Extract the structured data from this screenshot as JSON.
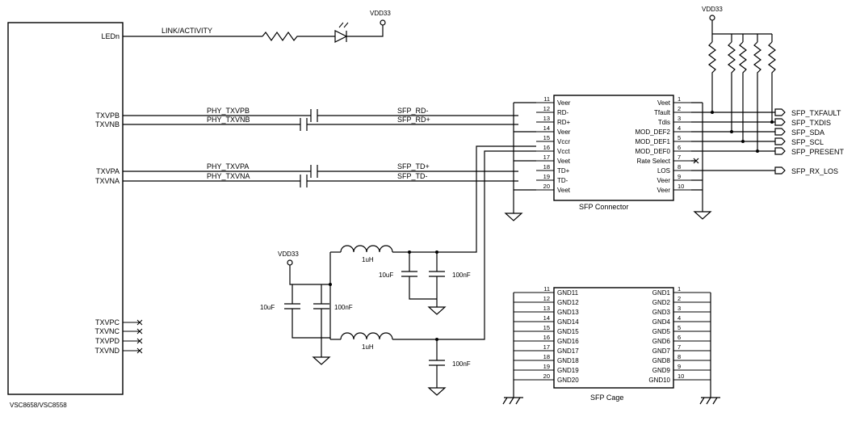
{
  "phy": {
    "part": "VSC8658/VSC8558",
    "pins": {
      "leds": "LEDn",
      "txvpb": "TXVPB",
      "txvnb": "TXVNB",
      "txvpa": "TXVPA",
      "txvna": "TXVNA",
      "txvpc": "TXVPC",
      "txvnc": "TXVNC",
      "txvpd": "TXVPD",
      "txvnd": "TXVND"
    }
  },
  "nets": {
    "link_activity": "LINK/ACTIVITY",
    "phy_txvpb": "PHY_TXVPB",
    "phy_txvnb": "PHY_TXVNB",
    "phy_txvpa": "PHY_TXVPA",
    "phy_txvna": "PHY_TXVNA",
    "sfp_rd_minus": "SFP_RD-",
    "sfp_rd_plus": "SFP_RD+",
    "sfp_td_plus": "SFP_TD+",
    "sfp_td_minus": "SFP_TD-",
    "vdd_led": "VDD33",
    "vdd_pullup": "VDD33",
    "vdd_filter": "VDD33"
  },
  "sfp_connector": {
    "title": "SFP Connector",
    "left": [
      {
        "num": "11",
        "name": "Veer"
      },
      {
        "num": "12",
        "name": "RD-"
      },
      {
        "num": "13",
        "name": "RD+"
      },
      {
        "num": "14",
        "name": "Veer"
      },
      {
        "num": "15",
        "name": "Vccr"
      },
      {
        "num": "16",
        "name": "Vcct"
      },
      {
        "num": "17",
        "name": "Veet"
      },
      {
        "num": "18",
        "name": "TD+"
      },
      {
        "num": "19",
        "name": "TD-"
      },
      {
        "num": "20",
        "name": "Veet"
      }
    ],
    "right": [
      {
        "num": "1",
        "name": "Veet"
      },
      {
        "num": "2",
        "name": "Tfault"
      },
      {
        "num": "3",
        "name": "Tdis"
      },
      {
        "num": "4",
        "name": "MOD_DEF2"
      },
      {
        "num": "5",
        "name": "MOD_DEF1"
      },
      {
        "num": "6",
        "name": "MOD_DEF0"
      },
      {
        "num": "7",
        "name": "Rate Select"
      },
      {
        "num": "8",
        "name": "LOS"
      },
      {
        "num": "9",
        "name": "Veer"
      },
      {
        "num": "10",
        "name": "Veer"
      }
    ]
  },
  "sfp_signals": {
    "txfault": "SFP_TXFAULT",
    "txdis": "SFP_TXDIS",
    "sda": "SFP_SDA",
    "scl": "SFP_SCL",
    "present": "SFP_PRESENT",
    "rx_los": "SFP_RX_LOS"
  },
  "sfp_cage": {
    "title": "SFP Cage",
    "left": [
      {
        "num": "11",
        "name": "GND11"
      },
      {
        "num": "12",
        "name": "GND12"
      },
      {
        "num": "13",
        "name": "GND13"
      },
      {
        "num": "14",
        "name": "GND14"
      },
      {
        "num": "15",
        "name": "GND15"
      },
      {
        "num": "16",
        "name": "GND16"
      },
      {
        "num": "17",
        "name": "GND17"
      },
      {
        "num": "18",
        "name": "GND18"
      },
      {
        "num": "19",
        "name": "GND19"
      },
      {
        "num": "20",
        "name": "GND20"
      }
    ],
    "right": [
      {
        "num": "1",
        "name": "GND1"
      },
      {
        "num": "2",
        "name": "GND2"
      },
      {
        "num": "3",
        "name": "GND3"
      },
      {
        "num": "4",
        "name": "GND4"
      },
      {
        "num": "5",
        "name": "GND5"
      },
      {
        "num": "6",
        "name": "GND6"
      },
      {
        "num": "7",
        "name": "GND7"
      },
      {
        "num": "8",
        "name": "GND8"
      },
      {
        "num": "9",
        "name": "GND9"
      },
      {
        "num": "10",
        "name": "GND10"
      }
    ]
  },
  "components": {
    "l1": "1uH",
    "l2": "1uH",
    "c_left_big": "10uF",
    "c_left_small": "100nF",
    "c_mid_big": "10uF",
    "c_mid_small": "100nF",
    "c_lower": "100nF"
  }
}
